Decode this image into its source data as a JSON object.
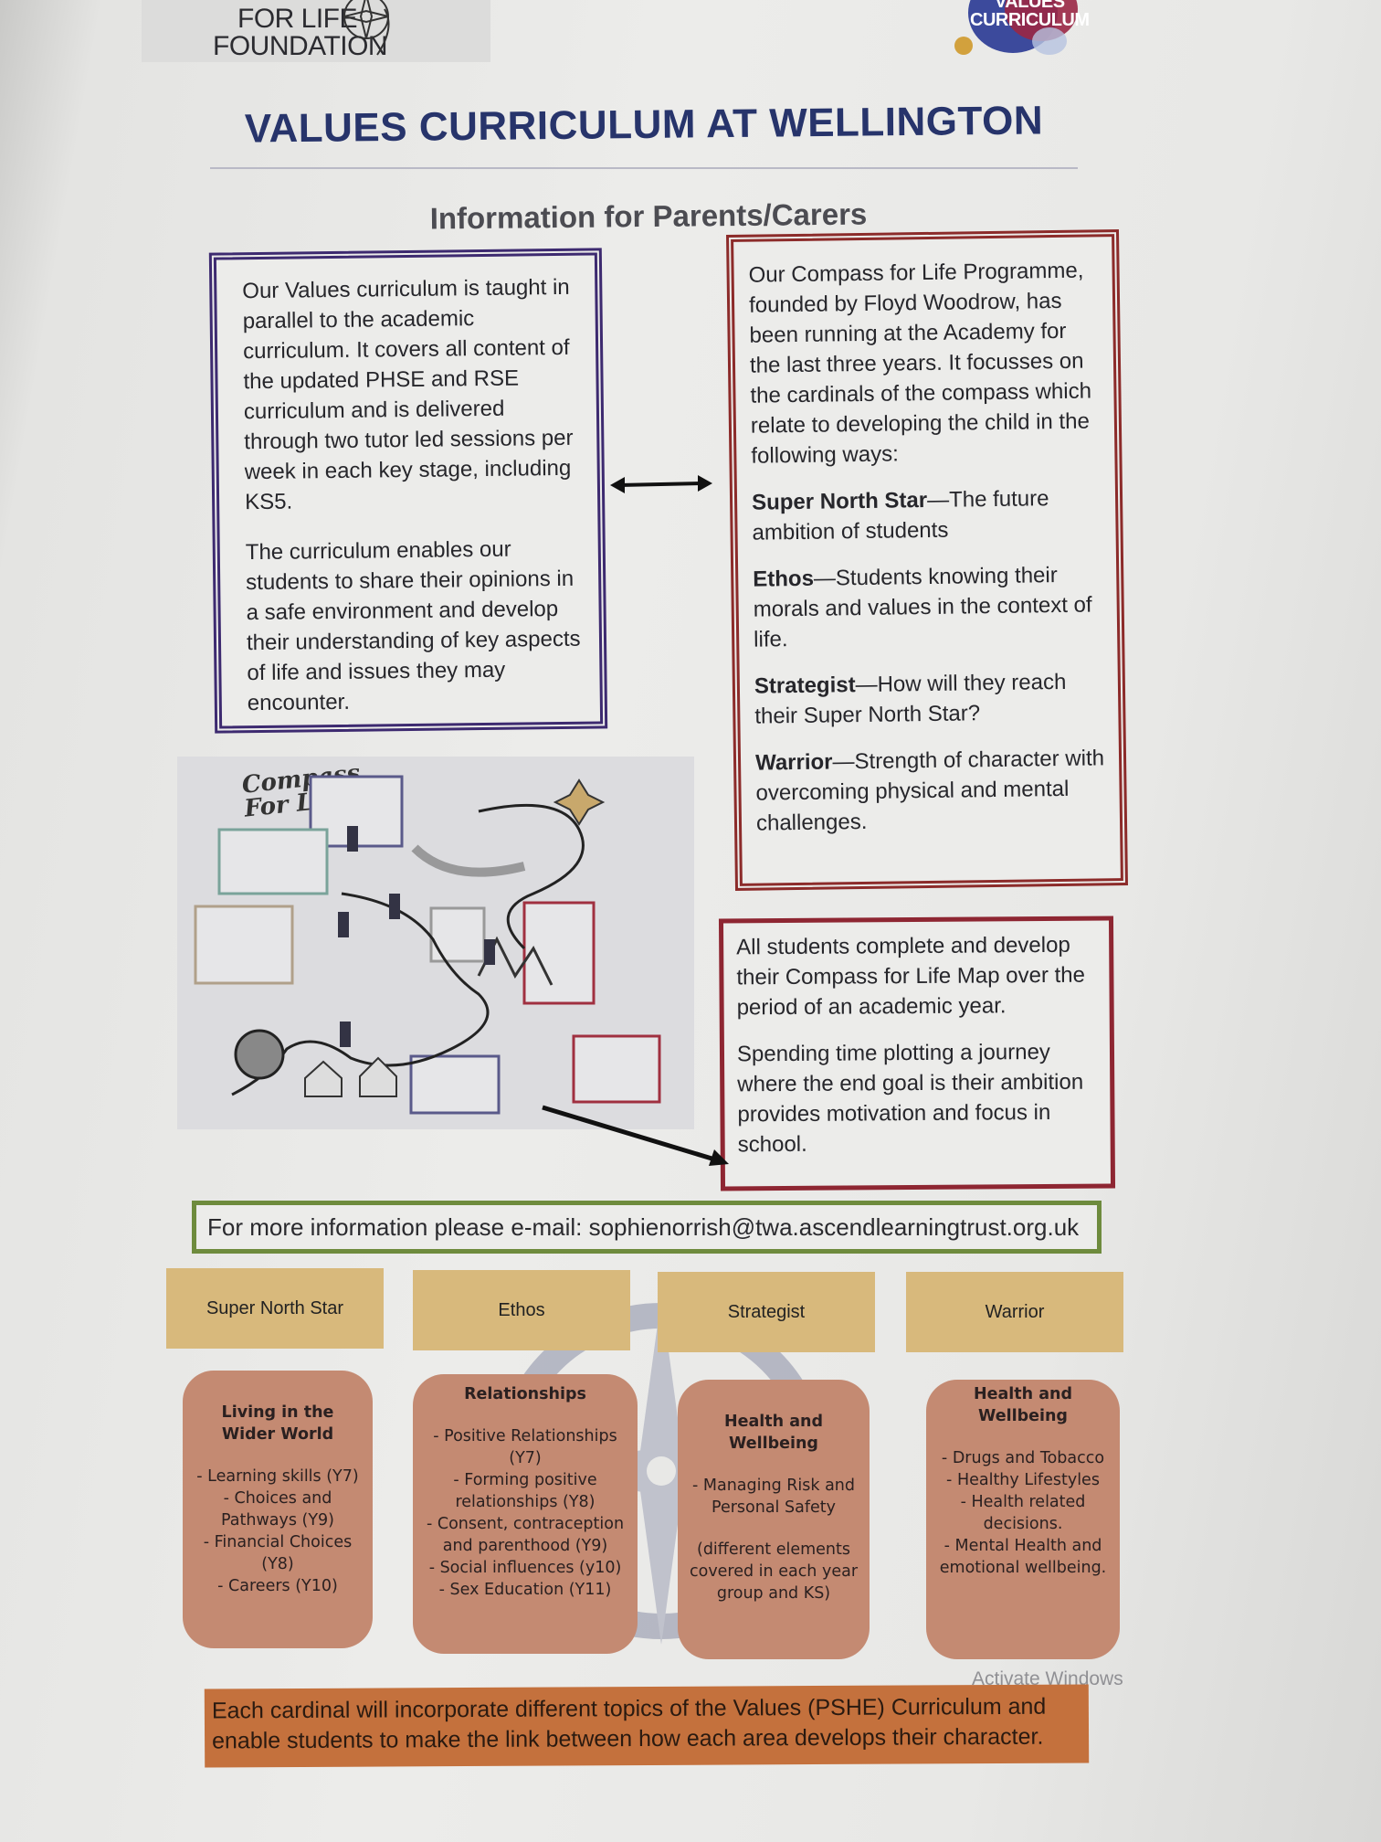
{
  "header": {
    "logo_left_line1": "FOR LIFE",
    "logo_left_line2": "FOUNDATION",
    "logo_right_line1": "VALUES",
    "logo_right_line2": "CURRICULUM",
    "title": "VALUES CURRICULUM AT  WELLINGTON",
    "subtitle": "Information for Parents/Carers"
  },
  "curriculum_box": {
    "para1": "Our Values curriculum is taught in parallel to the academic curriculum. It covers all content of the updated PHSE and RSE curriculum and is delivered through two tutor led sessions per week in each key stage, including KS5.",
    "para2": "The curriculum enables our students to share their opinions in a safe environment and develop their understanding of key aspects of life and issues they may encounter."
  },
  "compass_box": {
    "intro": "Our Compass for Life Programme, founded by Floyd Woodrow, has been running at the Academy for the last three years. It focusses on the cardinals of the compass which relate to developing the child in the following ways:",
    "items": [
      {
        "term": "Super North Star",
        "desc": "—The future ambition of students"
      },
      {
        "term": "Ethos",
        "desc": "—Students knowing their morals and values in the context of life."
      },
      {
        "term": "Strategist",
        "desc": "—How will they reach their Super North Star?"
      },
      {
        "term": "Warrior",
        "desc": "—Strength of character with overcoming physical and mental challenges."
      }
    ]
  },
  "map_box": {
    "para1": "All students complete and develop their Compass for Life Map over the period of an academic year.",
    "para2": "Spending time plotting a journey where the end goal is their ambition provides motivation and focus in school."
  },
  "map_image": {
    "title_line1": "Compass",
    "title_line2": "For Life"
  },
  "email": {
    "text": "For more information please e-mail: sophienorrish@twa.ascendlearningtrust.org.uk"
  },
  "cardinals": [
    "Super North Star",
    "Ethos",
    "Strategist",
    "Warrior"
  ],
  "topics": [
    {
      "heading": "Living in the Wider World",
      "items": [
        "Learning skills (Y7)",
        "Choices and Pathways (Y9)",
        "Financial Choices (Y8)",
        "Careers (Y10)"
      ]
    },
    {
      "heading": "Relationships",
      "items": [
        "Positive Relationships (Y7)",
        "Forming positive relationships (Y8)",
        "Consent, contraception and parenthood (Y9)",
        "Social influences (y10)",
        "Sex Education (Y11)"
      ]
    },
    {
      "heading": "Health and Wellbeing",
      "items": [
        "Managing Risk and Personal Safety"
      ],
      "note": "(different elements covered in each year group and KS)"
    },
    {
      "heading": "Health and Wellbeing",
      "items": [
        "Drugs and Tobacco",
        "Healthy Lifestyles",
        "Health related decisions.",
        "Mental Health and emotional wellbeing."
      ]
    }
  ],
  "bottom_box": {
    "text": "Each cardinal will incorporate different topics of the Values (PSHE) Curriculum and enable students to make the link between how each area develops their character."
  },
  "watermark": "Activate Windows",
  "colors": {
    "title_navy": "#27346b",
    "curriculum_border": "#3d2a70",
    "compass_border": "#8c2b2a",
    "email_border": "#6e8b3d",
    "cardinal_fill": "#d8b97c",
    "topic_fill": "#c48a72",
    "bottom_fill": "#c4713d"
  }
}
